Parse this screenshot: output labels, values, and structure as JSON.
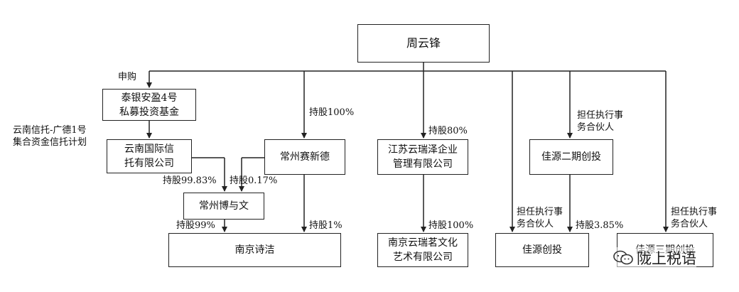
{
  "nodes": {
    "zhou_yunfeng": "周云锋",
    "taiyin_fund": "泰银安盈4号\n私募投资基金",
    "yunnan_trust_company": "云南国际信\n托有限公司",
    "changzhou_saixinde": "常州赛新德",
    "changzhou_boyuwen": "常州博与文",
    "nanjing_shijie": "南京诗洁",
    "jiangsu_yunruize": "江苏云瑞泽企业\n管理有限公司",
    "nanjing_yunruiming": "南京云瑞茗文化\n艺术有限公司",
    "jiayuan_phase2": "佳源二期创投",
    "jiayuan_chuangtou": "佳源创投",
    "jiayuan_phase3": "佳源三期创投"
  },
  "labels": {
    "subscribe": "申购",
    "trust_plan": "云南信托-广德1号\n集合资金信托计划",
    "hold_100_saixinde": "持股100%",
    "hold_8383": "持股99.83%",
    "hold_017": "持股0.17%",
    "hold_99": "持股99%",
    "hold_1": "持股1%",
    "hold_80": "持股80%",
    "hold_100_yunruiming": "持股100%",
    "gp_phase2": "担任执行事\n务合伙人",
    "gp_chuangtou": "担任执行事\n务合伙人",
    "hold_385": "持股3.85%",
    "gp_phase3": "担任执行事\n务合伙人"
  },
  "watermark": {
    "text": "陇上税语",
    "icon": "wechat-icon"
  }
}
